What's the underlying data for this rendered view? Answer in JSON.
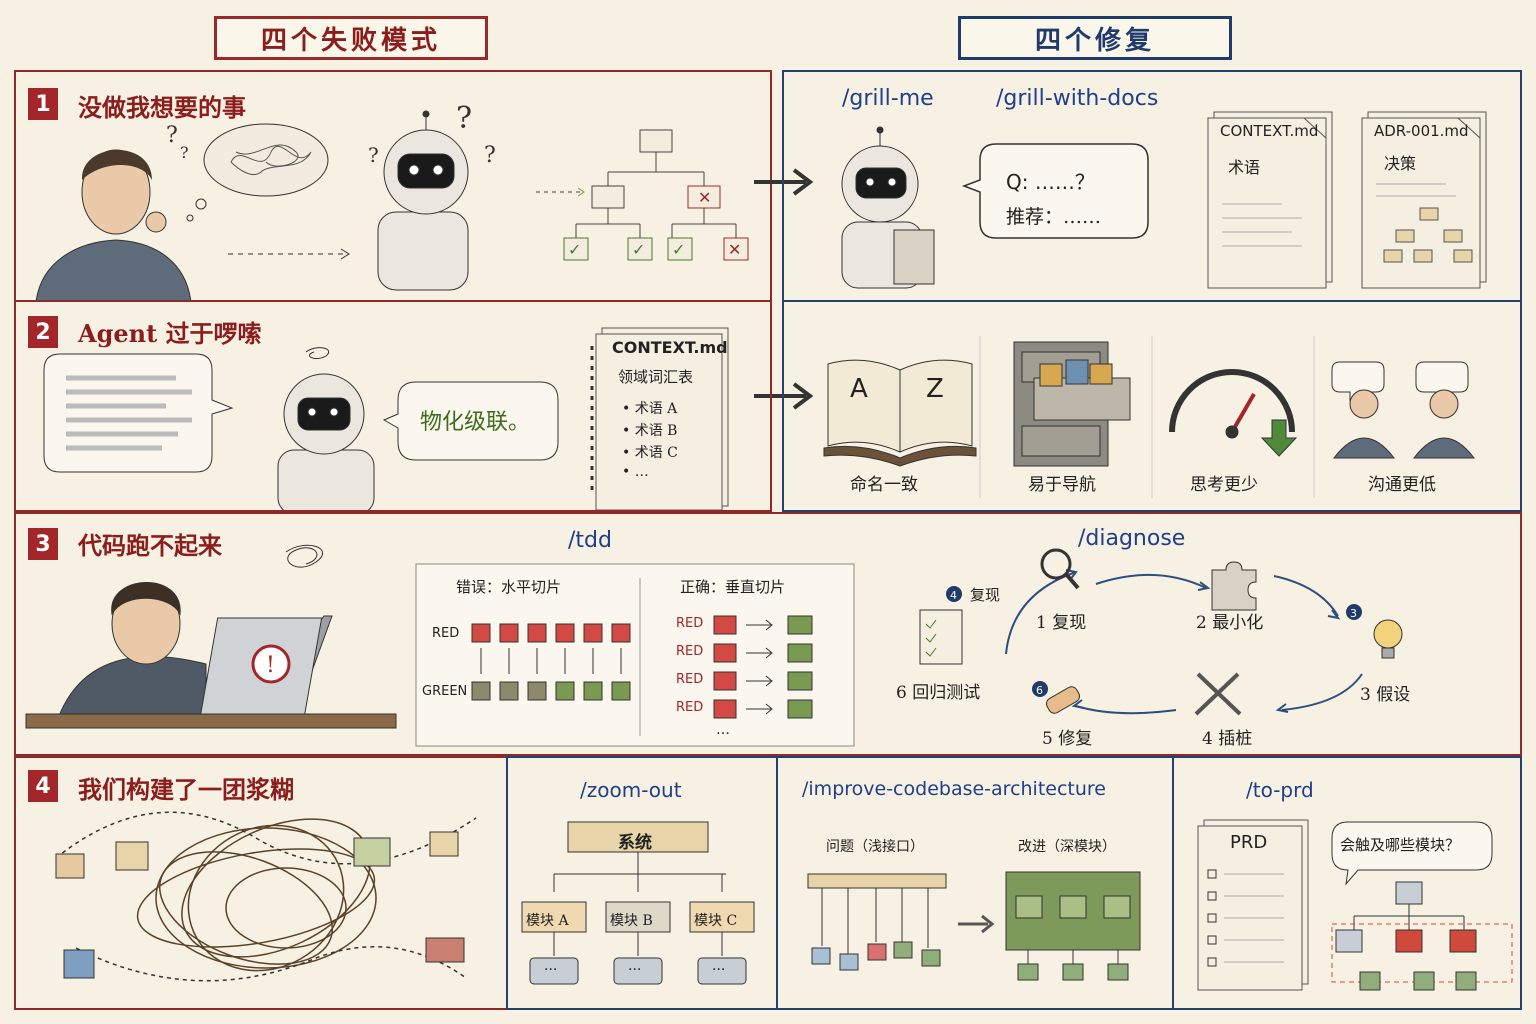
{
  "headers": {
    "failures": "四个失败模式",
    "fixes": "四个修复"
  },
  "row1": {
    "num": "1",
    "title": "没做我想要的事",
    "cmd1": "/grill-me",
    "cmd2": "/grill-with-docs",
    "bubble_q": "Q: ……？",
    "bubble_rec": "推荐：……",
    "doc1": {
      "title": "CONTEXT.md",
      "sub": "术语"
    },
    "doc2": {
      "title": "ADR-001.md",
      "sub": "决策"
    }
  },
  "row2": {
    "num": "2",
    "title": "Agent 过于啰嗦",
    "speech": "物化级联。",
    "notebook": {
      "title": "CONTEXT.md",
      "sub": "领域词汇表",
      "items": [
        "• 术语 A",
        "• 术语 B",
        "• 术语 C",
        "• …"
      ]
    },
    "book_letters": [
      "A",
      "Z"
    ],
    "benefits": [
      "命名一致",
      "易于导航",
      "思考更少",
      "沟通更低"
    ]
  },
  "row3": {
    "num": "3",
    "title": "代码跑不起来",
    "tdd_cmd": "/tdd",
    "wrong": "错误：水平切片",
    "right": "正确：垂直切片",
    "red": "RED",
    "green": "GREEN",
    "ellipsis": "…",
    "diag_cmd": "/diagnose",
    "steps": [
      "1 复现",
      "2 最小化",
      "3 假设",
      "4 插桩",
      "5 修复",
      "6 回归测试"
    ],
    "loop_step": "复现",
    "badges": [
      "4",
      "3",
      "6"
    ]
  },
  "row4": {
    "num": "4",
    "title": "我们构建了一团浆糊",
    "zoom_cmd": "/zoom-out",
    "system": "系统",
    "modules": [
      "模块 A",
      "模块 B",
      "模块 C"
    ],
    "dots": "···",
    "arch_cmd": "/improve-codebase-architecture",
    "problem": "问题（浅接口）",
    "improve": "改进（深模块）",
    "prd_cmd": "/to-prd",
    "prd": "PRD",
    "question": "会触及哪些模块？"
  },
  "colors": {
    "red": "#a3262a",
    "blue": "#23406e",
    "green": "#6b8a3a",
    "cmd": "#1f3f88"
  }
}
